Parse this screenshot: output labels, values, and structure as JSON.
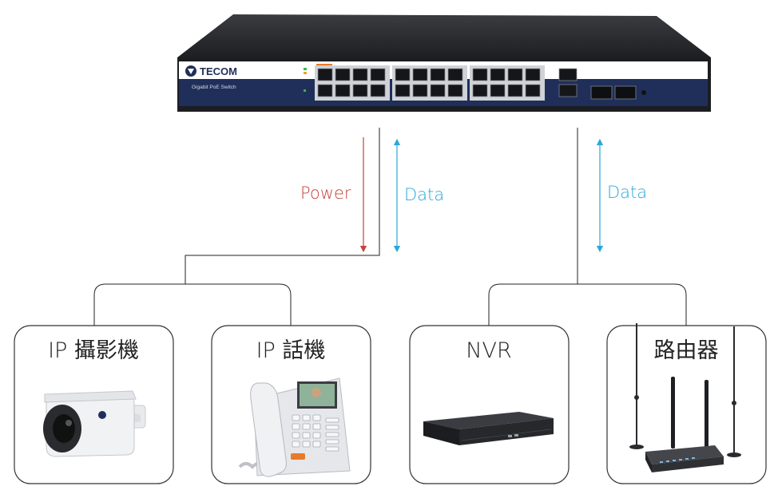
{
  "switch": {
    "brand": "TECOM",
    "model": "Gigabit PoE Switch",
    "color_body": "#2a2c30",
    "color_panel": "#1f2f5a",
    "color_stripe": "#ffffff"
  },
  "flows": {
    "power_label": "Power",
    "data_label_left": "Data",
    "data_label_right": "Data",
    "power_color": "#c8413a",
    "data_color": "#2aa8d8"
  },
  "devices": [
    {
      "title": "IP 攝影機",
      "icon": "bullet-camera-icon"
    },
    {
      "title": "IP 話機",
      "icon": "ip-phone-icon"
    },
    {
      "title": "NVR",
      "icon": "nvr-icon"
    },
    {
      "title": "路由器",
      "icon": "router-icon"
    }
  ]
}
